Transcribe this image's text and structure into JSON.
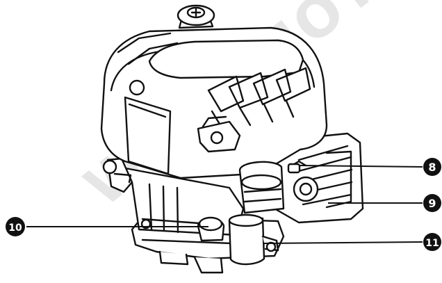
{
  "watermark": "WWW.MOTOBL",
  "callouts": [
    {
      "id": "callout-8",
      "number": "8"
    },
    {
      "id": "callout-9",
      "number": "9"
    },
    {
      "id": "callout-10",
      "number": "10"
    },
    {
      "id": "callout-11",
      "number": "11"
    }
  ],
  "colors": {
    "line": "#111111",
    "fill": "#ffffff",
    "shade": "#e8e8e8",
    "watermark": "#e6e6e6"
  }
}
